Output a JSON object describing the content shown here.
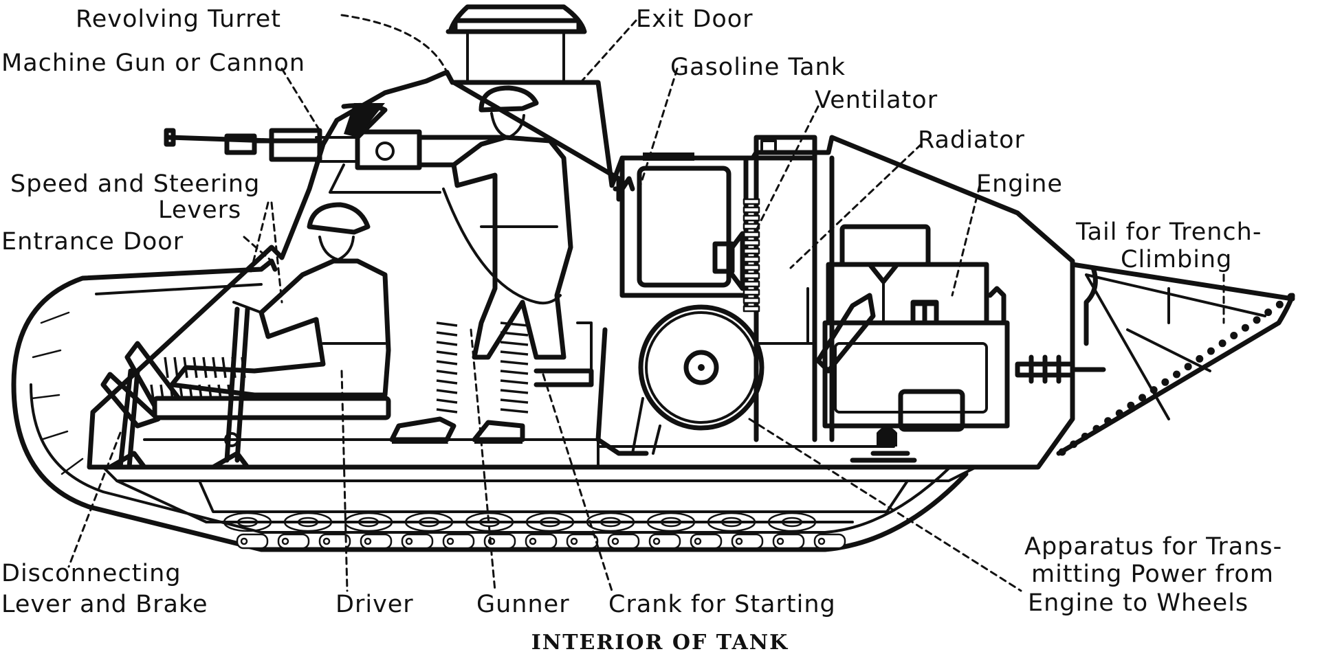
{
  "caption": "INTERIOR OF TANK",
  "labels": {
    "revolving_turret": "Revolving Turret",
    "machine_gun": "Machine Gun or Cannon",
    "speed_steering_1": "Speed and Steering",
    "speed_steering_2": "Levers",
    "entrance_door": "Entrance Door",
    "exit_door": "Exit Door",
    "gasoline_tank": "Gasoline Tank",
    "ventilator": "Ventilator",
    "radiator": "Radiator",
    "engine": "Engine",
    "tail_1": "Tail for Trench-",
    "tail_2": "Climbing",
    "disconnecting_1": "Disconnecting",
    "disconnecting_2": "Lever and Brake",
    "driver": "Driver",
    "gunner": "Gunner",
    "crank": "Crank for Starting",
    "apparatus_1": "Apparatus for Trans-",
    "apparatus_2": "mitting Power from",
    "apparatus_3": "Engine to Wheels"
  }
}
